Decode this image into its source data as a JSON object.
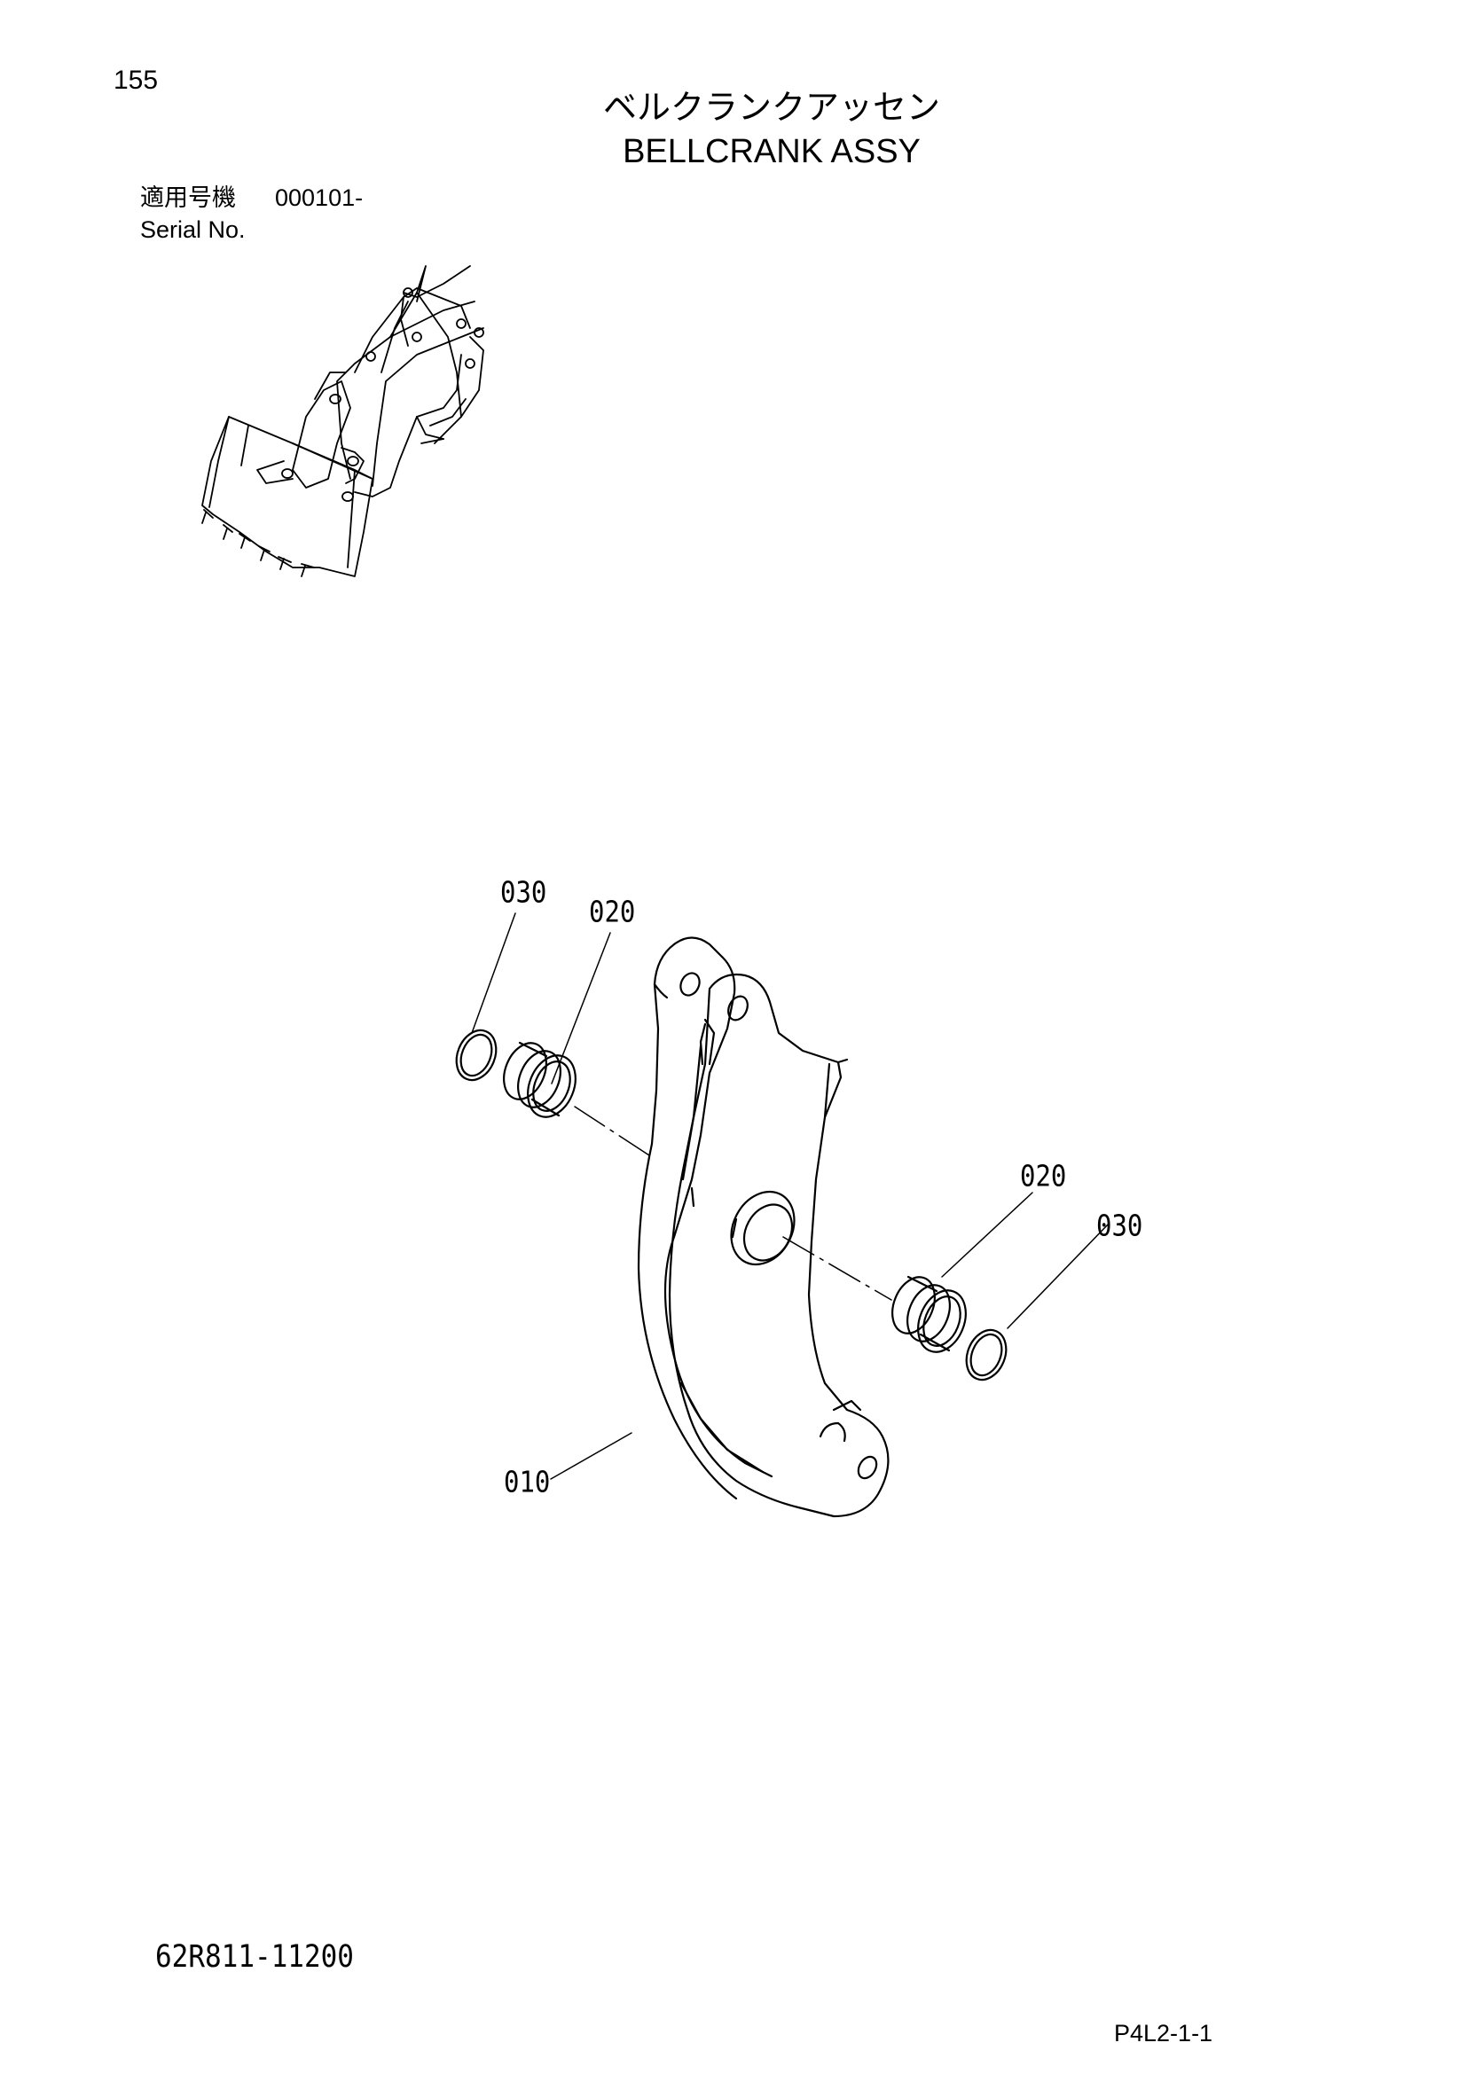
{
  "header": {
    "page_number": "155",
    "title_jp": "ベルクランクアッセン",
    "title_en": "BELLCRANK ASSY"
  },
  "serial": {
    "label_jp": "適用号機",
    "value": "000101-",
    "label_en": "Serial No."
  },
  "callouts": {
    "c030_top": "030",
    "c020_top": "020",
    "c020_right": "020",
    "c030_right": "030",
    "c010": "010"
  },
  "footer": {
    "part_number": "62R811-11200",
    "page_code": "P4L2-1-1"
  }
}
